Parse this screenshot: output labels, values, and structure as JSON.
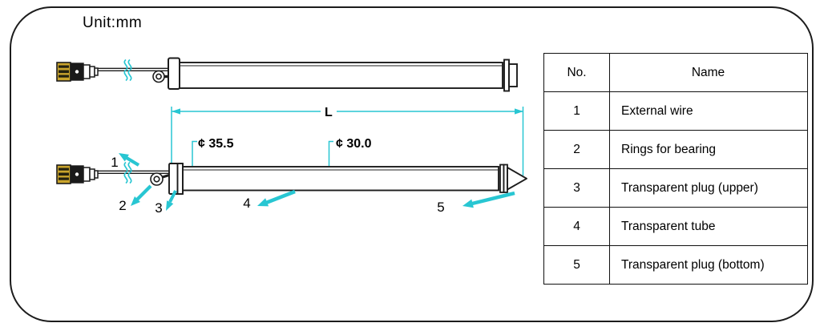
{
  "unit_label": "Unit:mm",
  "colors": {
    "accent_cyan": "#28C6D2",
    "line_black": "#1c1c1c",
    "connector_yellow": "#C9A42C"
  },
  "diagram": {
    "dim_length_label": "L",
    "dim_upper_plug_diameter": "¢ 35.5",
    "dim_tube_diameter": "¢ 30.0",
    "callouts": [
      {
        "num": "1"
      },
      {
        "num": "2"
      },
      {
        "num": "3"
      },
      {
        "num": "4"
      },
      {
        "num": "5"
      }
    ]
  },
  "table": {
    "headers": {
      "no": "No.",
      "name": "Name"
    },
    "rows": [
      {
        "no": "1",
        "name": "External wire"
      },
      {
        "no": "2",
        "name": "Rings for bearing"
      },
      {
        "no": "3",
        "name": "Transparent plug (upper)"
      },
      {
        "no": "4",
        "name": "Transparent tube"
      },
      {
        "no": "5",
        "name": "Transparent plug (bottom)"
      }
    ]
  }
}
